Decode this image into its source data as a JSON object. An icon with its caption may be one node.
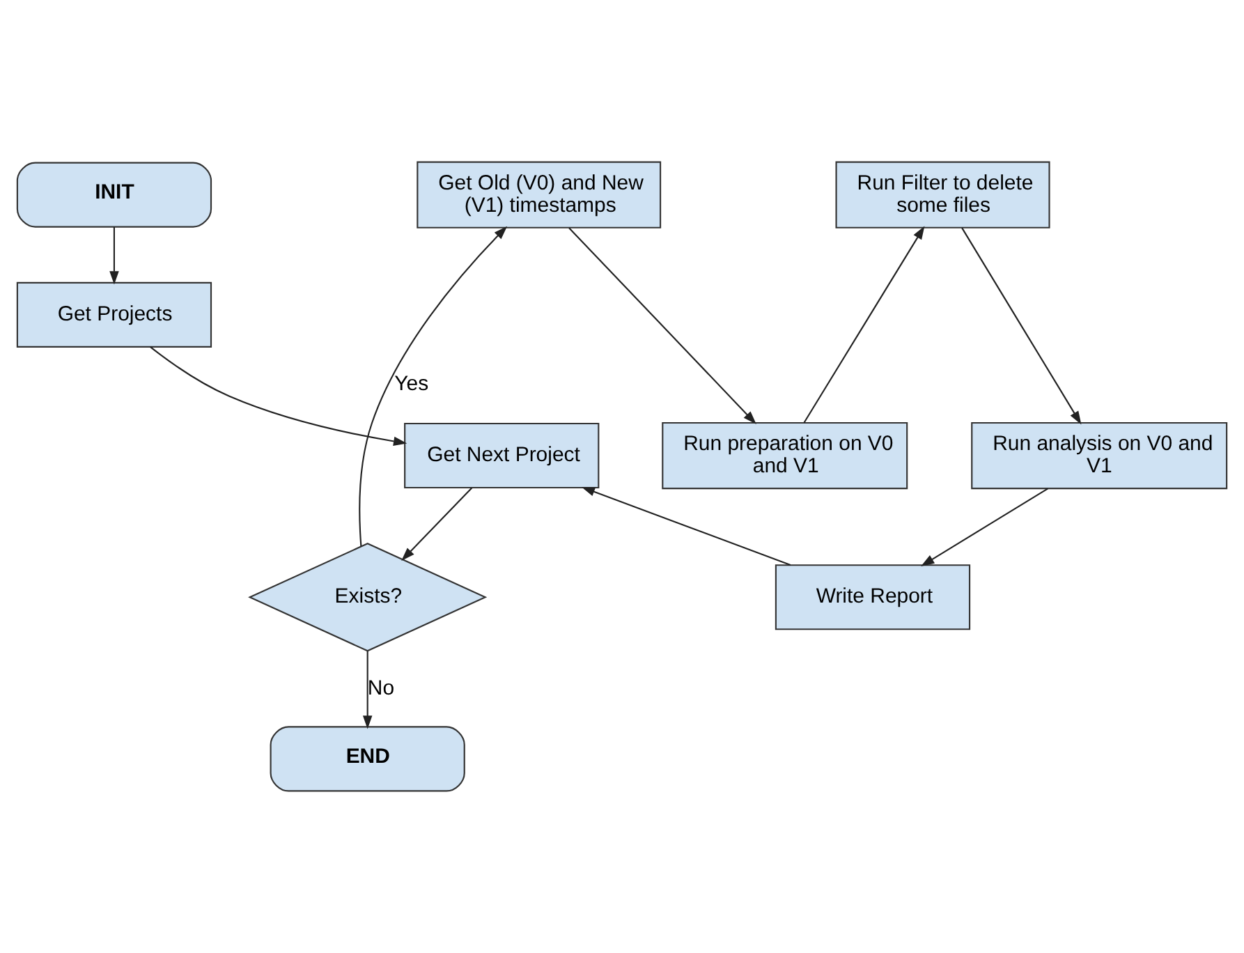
{
  "diagram": {
    "nodes": [
      {
        "text": [
          "INIT"
        ]
      },
      {
        "text": [
          "Get Projects"
        ]
      },
      {
        "text": [
          "Get Next Project"
        ]
      },
      {
        "text": [
          "Exists?"
        ]
      },
      {
        "text": [
          "END"
        ]
      },
      {
        "text": [
          "Get Old (V0) and New (V1) timestamps"
        ]
      },
      {
        "text": [
          "Run preparation on V0 and V1"
        ]
      },
      {
        "text": [
          "Run Filter to delete some files"
        ]
      },
      {
        "text": [
          "Run analysis on V0 and V1"
        ]
      },
      {
        "text": [
          "Write Report"
        ]
      }
    ],
    "edges": [
      {
        "from": 0,
        "to": 1,
        "arrow": "to"
      },
      {
        "from": 1,
        "to": 2,
        "arrow": "to"
      },
      {
        "from": 2,
        "to": 3,
        "arrow": "to"
      },
      {
        "from": 3,
        "to": 5,
        "arrow": "to",
        "label": "Yes"
      },
      {
        "from": 3,
        "to": 4,
        "arrow": "to",
        "label": "No"
      },
      {
        "from": 5,
        "to": 6,
        "arrow": "to"
      },
      {
        "from": 6,
        "to": 7,
        "arrow": "to"
      },
      {
        "from": 7,
        "to": 8,
        "arrow": "to"
      },
      {
        "from": 8,
        "to": 9,
        "arrow": "to"
      },
      {
        "from": 9,
        "to": 2,
        "arrow": "to"
      }
    ]
  }
}
